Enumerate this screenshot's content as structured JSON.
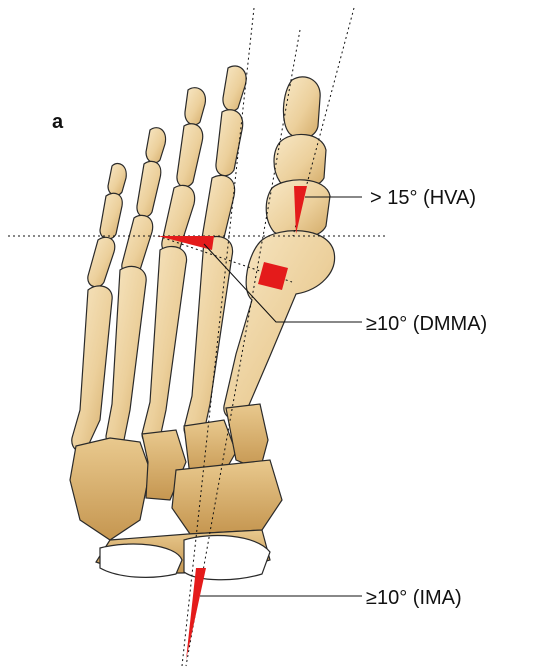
{
  "figure": {
    "panel_label": "a",
    "annotations": [
      {
        "id": "hva",
        "text": "> 15° (HVA)"
      },
      {
        "id": "dmma",
        "text": "≥10° (DMMA)"
      },
      {
        "id": "ima",
        "text": "≥10° (IMA)"
      }
    ]
  },
  "colors": {
    "background": "#ffffff",
    "bone_light": "#f6e2ba",
    "bone_mid": "#e8c68a",
    "bone_dark": "#c99d56",
    "outline": "#2a2a2a",
    "angle_marker": "#e41b1b",
    "line": "#111111"
  }
}
